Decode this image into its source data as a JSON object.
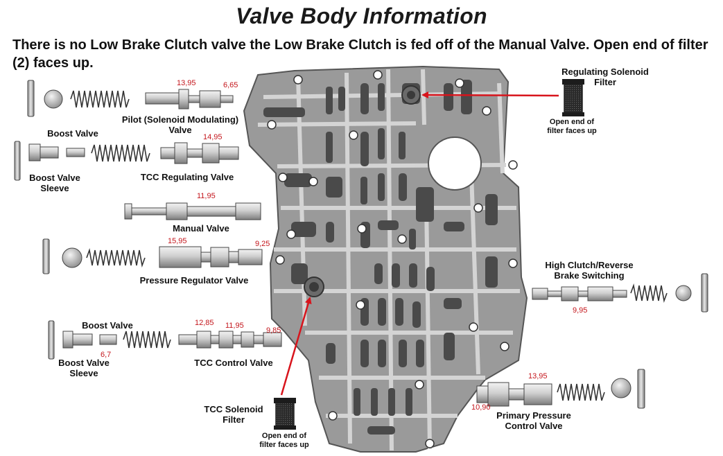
{
  "title": "Valve Body Information",
  "note": "There is no Low Brake Clutch valve the Low Brake Clutch is fed off of the Manual Valve. Open end of filter (2) faces up.",
  "labels": {
    "pilot_valve": "Pilot (Solenoid Modulating) Valve",
    "boost_valve_1": "Boost Valve",
    "boost_valve_sleeve_1": "Boost Valve Sleeve",
    "tcc_regulating_valve": "TCC Regulating Valve",
    "manual_valve": "Manual Valve",
    "pressure_regulator_valve": "Pressure Regulator Valve",
    "boost_valve_2": "Boost Valve",
    "boost_valve_sleeve_2": "Boost Valve Sleeve",
    "tcc_control_valve": "TCC Control Valve",
    "tcc_solenoid_filter": "TCC Solenoid Filter",
    "open_end_note_1": "Open end of filter faces up",
    "regulating_solenoid_filter": "Regulating Solenoid Filter",
    "open_end_note_2": "Open end of filter faces up",
    "high_clutch_reverse": "High Clutch/Reverse Brake Switching",
    "primary_pressure_control_valve": "Primary Pressure Control Valve"
  },
  "dimensions": {
    "pilot_a": "13,95",
    "pilot_b": "6,65",
    "tcc_reg": "14,95",
    "manual": "11,95",
    "press_reg_a": "15,95",
    "press_reg_b": "9,25",
    "sleeve2": "6,7",
    "tcc_ctrl_a": "12,85",
    "tcc_ctrl_b": "11,95",
    "tcc_ctrl_c": "9,85",
    "high_clutch": "9,95",
    "primary_a": "13,95",
    "primary_b": "10,90"
  },
  "colors": {
    "arrow": "#d8141c",
    "dimension_text": "#c4161c",
    "plate_fill": "#9a9a9a",
    "channel_fill": "#4a4a4a",
    "web_fill": "#d4d4d4"
  }
}
